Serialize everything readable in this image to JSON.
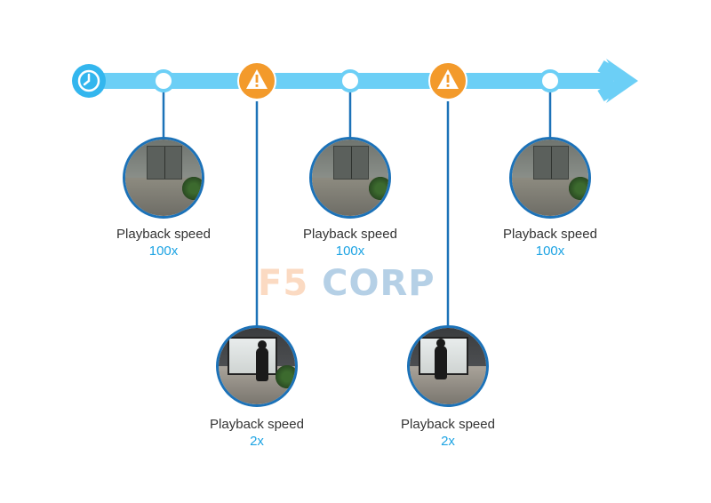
{
  "timeline": {
    "line_color": "#6ccff6",
    "alert_color": "#f39a2b",
    "connector_color": "#1c72b8",
    "start_icon": "clock-icon",
    "alert_icon": "warning-icon"
  },
  "segments": [
    {
      "label": "Playback speed",
      "speed": "100x"
    },
    {
      "label": "Playback speed",
      "speed": "2x"
    },
    {
      "label": "Playback speed",
      "speed": "100x"
    },
    {
      "label": "Playback speed",
      "speed": "2x"
    },
    {
      "label": "Playback speed",
      "speed": "100x"
    }
  ],
  "watermark": {
    "part1": "F5",
    "part2": " CORP"
  }
}
